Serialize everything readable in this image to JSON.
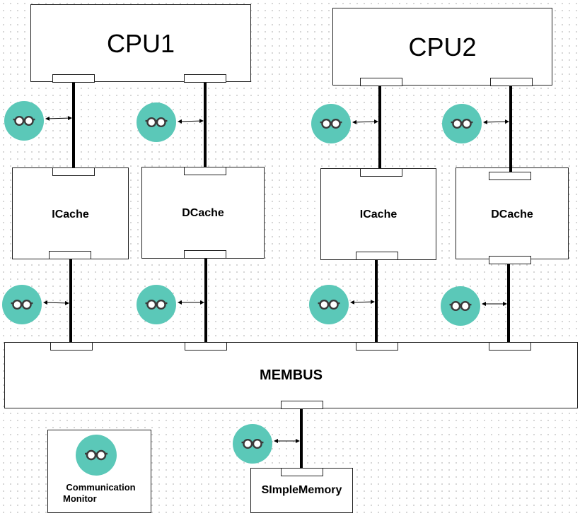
{
  "cpus": [
    {
      "label": "CPU1"
    },
    {
      "label": "CPU2"
    }
  ],
  "caches": [
    {
      "label": "ICache"
    },
    {
      "label": "DCache"
    },
    {
      "label": "ICache"
    },
    {
      "label": "DCache"
    }
  ],
  "membus": {
    "label": "MEMBUS"
  },
  "memory": {
    "label": "SImpleMemory"
  },
  "legend": {
    "line1": "Communication",
    "line2": "Monitor"
  },
  "colors": {
    "monitor": "#5bc8b8",
    "line": "#000000",
    "box_border": "#222222"
  },
  "icons": {
    "monitor": "glasses-icon"
  }
}
